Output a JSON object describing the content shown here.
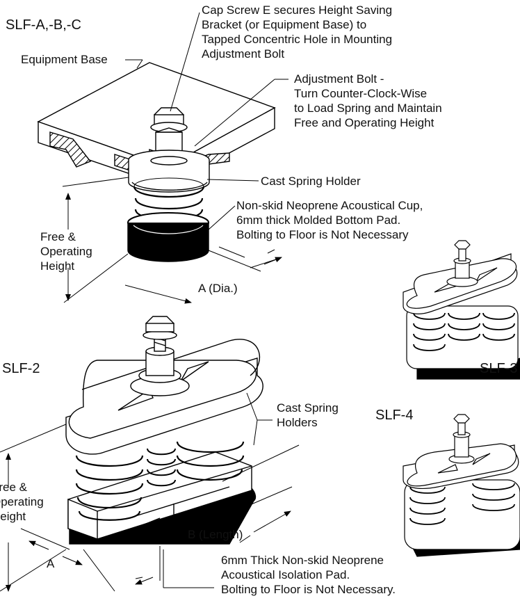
{
  "models": {
    "slf_abc": "SLF-A,-B,-C",
    "slf_2": "SLF-2",
    "slf_3": "SLF-3",
    "slf_4": "SLF-4"
  },
  "callouts": {
    "equipment_base": "Equipment Base",
    "cap_screw": [
      "Cap Screw E secures Height Saving",
      "Bracket (or Equipment Base) to",
      "Tapped Concentric Hole in Mounting",
      "Adjustment Bolt"
    ],
    "adjustment_bolt": [
      "Adjustment Bolt -",
      "Turn Counter-Clock-Wise",
      "to Load Spring and Maintain",
      "Free and Operating Height"
    ],
    "cast_spring_holder": "Cast Spring Holder",
    "neoprene_cup": [
      "Non-skid Neoprene Acoustical Cup,",
      "6mm thick Molded Bottom Pad.",
      "Bolting to Floor is Not Necessary"
    ],
    "free_operating_height": [
      "Free &",
      "Operating",
      "Height"
    ],
    "a_dia": "A (Dia.)",
    "cast_spring_holders": [
      "Cast Spring",
      "Holders"
    ],
    "free_operating_height_2": [
      "Free &",
      "Operating",
      "Height"
    ],
    "b_length": "B (Length)",
    "a_label": "A",
    "isolation_pad": [
      "6mm Thick Non-skid Neoprene",
      "Acoustical Isolation Pad.",
      "Bolting to Floor is Not Necessary."
    ]
  }
}
